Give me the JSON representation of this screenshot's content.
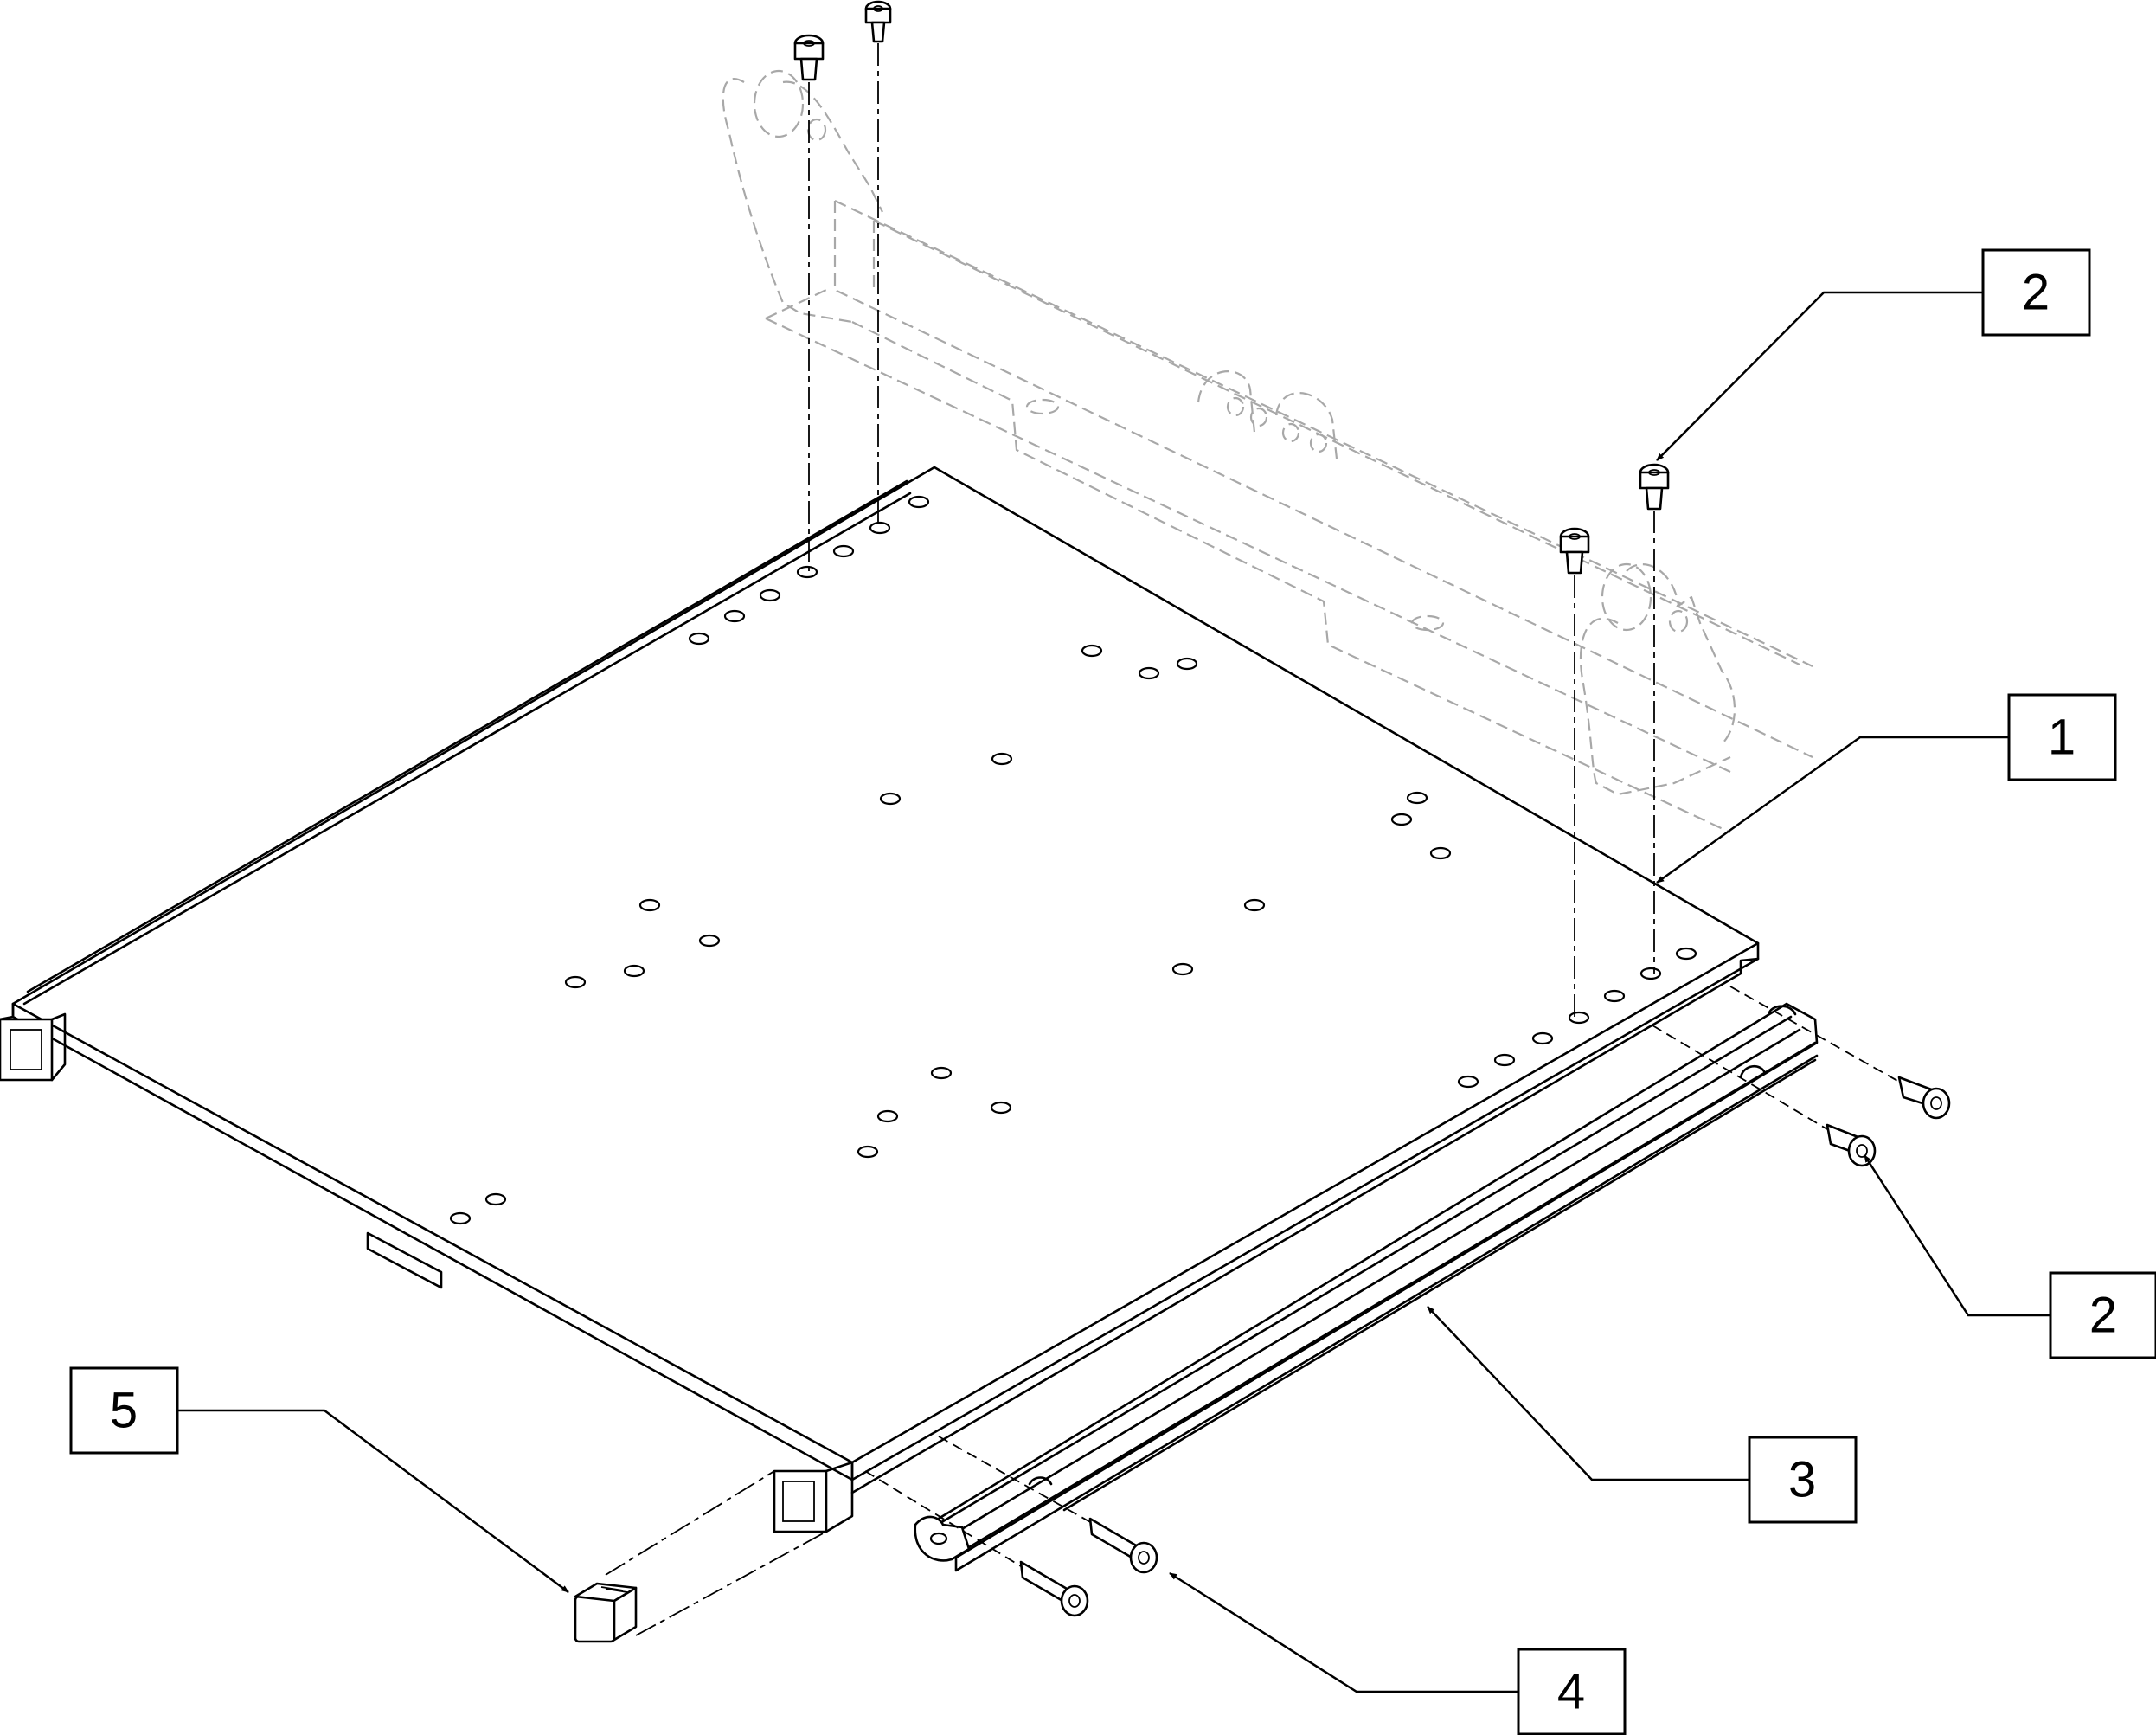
{
  "colors": {
    "line": "#000000",
    "phantom": "#a8a8a8",
    "background": "#ffffff"
  },
  "callouts": [
    {
      "id": "callout-2-top",
      "label": "2"
    },
    {
      "id": "callout-1",
      "label": "1"
    },
    {
      "id": "callout-2-right",
      "label": "2"
    },
    {
      "id": "callout-3",
      "label": "3"
    },
    {
      "id": "callout-4",
      "label": "4"
    },
    {
      "id": "callout-5",
      "label": "5"
    }
  ]
}
